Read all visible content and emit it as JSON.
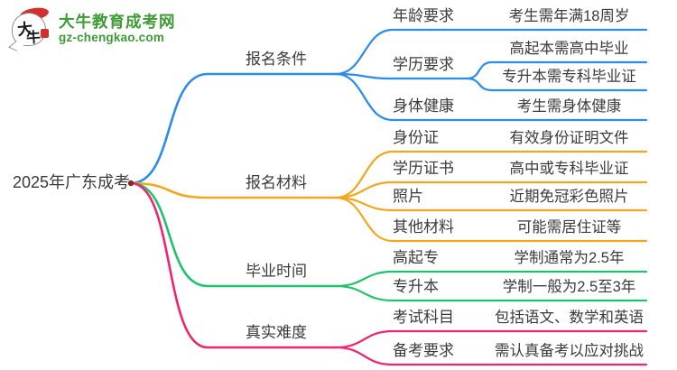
{
  "logo": {
    "icon_chars": [
      "大",
      "牛"
    ],
    "title": "大牛教育成考网",
    "subtitle": "gz-chengkao.com",
    "title_color": "#3e9b35",
    "icon_red": "#d2302a"
  },
  "colors": {
    "text": "#3b3b3b",
    "root_dot": "#8e2420",
    "blue": "#2b8ceb",
    "orange": "#f2a71e",
    "green": "#1fc36c",
    "pink": "#ef2570"
  },
  "mindmap": {
    "root": {
      "label": "2025年广东成考"
    },
    "branches": [
      {
        "label": "报名条件",
        "color": "#2b8ceb",
        "children": [
          {
            "label": "年龄要求",
            "children": [
              {
                "label": "考生需年满18周岁"
              }
            ]
          },
          {
            "label": "学历要求",
            "children": [
              {
                "label": "高起本需高中毕业"
              },
              {
                "label": "专升本需专科毕业证"
              }
            ]
          },
          {
            "label": "身体健康",
            "children": [
              {
                "label": "考生需身体健康"
              }
            ]
          }
        ]
      },
      {
        "label": "报名材料",
        "color": "#f2a71e",
        "children": [
          {
            "label": "身份证",
            "children": [
              {
                "label": "有效身份证明文件"
              }
            ]
          },
          {
            "label": "学历证书",
            "children": [
              {
                "label": "高中或专科毕业证"
              }
            ]
          },
          {
            "label": "照片",
            "children": [
              {
                "label": "近期免冠彩色照片"
              }
            ]
          },
          {
            "label": "其他材料",
            "children": [
              {
                "label": "可能需居住证等"
              }
            ]
          }
        ]
      },
      {
        "label": "毕业时间",
        "color": "#1fc36c",
        "children": [
          {
            "label": "高起专",
            "children": [
              {
                "label": "学制通常为2.5年"
              }
            ]
          },
          {
            "label": "专升本",
            "children": [
              {
                "label": "学制一般为2.5至3年"
              }
            ]
          }
        ]
      },
      {
        "label": "真实难度",
        "color": "#ef2570",
        "children": [
          {
            "label": "考试科目",
            "children": [
              {
                "label": "包括语文、数学和英语"
              }
            ]
          },
          {
            "label": "备考要求",
            "children": [
              {
                "label": "需认真备考以应对挑战"
              }
            ]
          }
        ]
      }
    ]
  }
}
